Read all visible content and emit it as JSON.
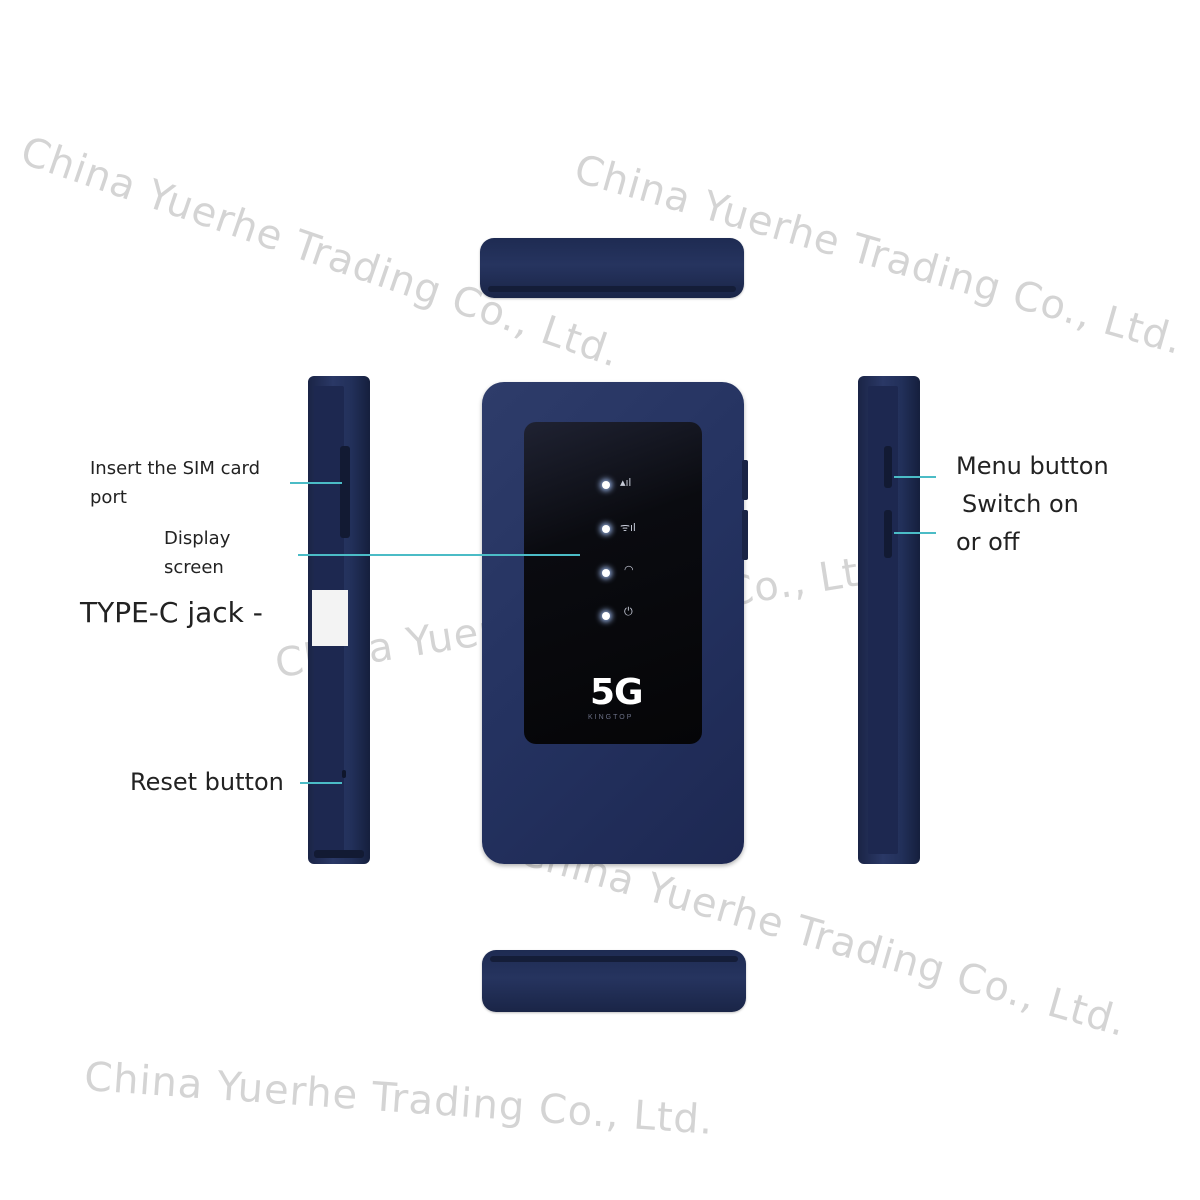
{
  "watermark": "China Yuerhe Trading Co., Ltd.",
  "device": {
    "logo_text": "5G",
    "brand_text": "KINGTOP",
    "indicators": [
      "signal-icon",
      "wifi-signal-icon",
      "wifi-icon",
      "power-icon"
    ],
    "body_color": "#243260",
    "screen_color": "#0a0b10",
    "led_color": "#ffffff"
  },
  "callouts": {
    "sim_port_line1": "Insert the SIM card",
    "sim_port_line2": "port",
    "display_line1": "Display",
    "display_line2": "screen",
    "type_c": "TYPE-C jack -",
    "reset": "Reset button",
    "menu": "Menu button",
    "switch_line1": "Switch on",
    "switch_line2": "or off",
    "line_color": "#4bbcc6"
  }
}
